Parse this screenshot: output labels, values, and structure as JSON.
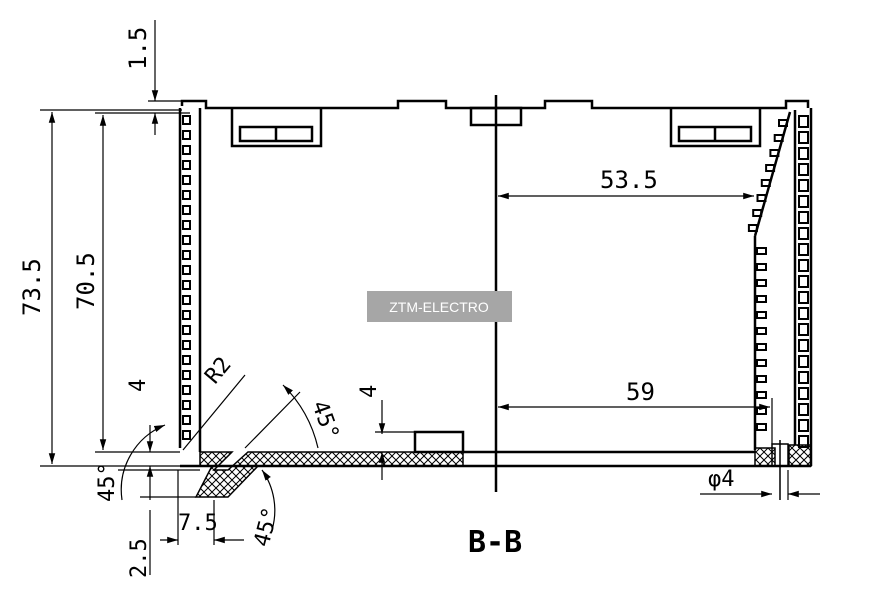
{
  "section_label": "B-B",
  "watermark": "ZTM-ELECTRO",
  "dimensions": {
    "wall_top": "1.5",
    "total_height": "73.5",
    "inner_height": "70.5",
    "width_upper": "53.5",
    "width_lower": "59",
    "step_height": "4",
    "foot_height": "4",
    "radius": "R2",
    "angle_left": "45°",
    "angle_upper": "45°",
    "angle_lower": "45°",
    "foot_width": "7.5",
    "foot_depth": "2.5",
    "hole_diameter": "φ4"
  },
  "colors": {
    "line": "#000000",
    "watermark_bg": "#a6a6a6"
  }
}
